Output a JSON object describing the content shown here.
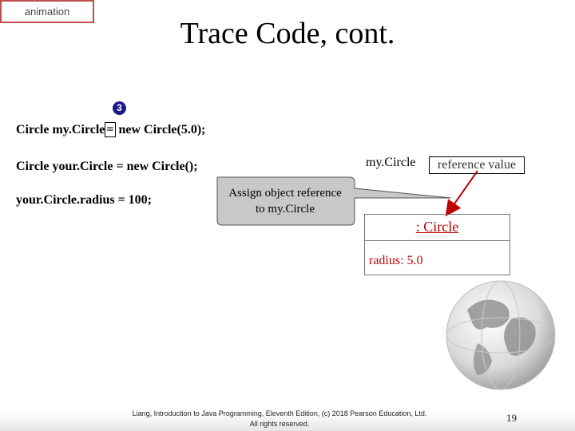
{
  "tag": {
    "label": "animation"
  },
  "slide": {
    "title": "Trace Code, cont.",
    "page_number": "19"
  },
  "step_marker": {
    "number": "3",
    "color": "#1a1a8c"
  },
  "code": {
    "line1_a": "Circle my.Circle",
    "line1_eq": "=",
    "line1_b": " new Circle(5.0);",
    "line2": "Circle your.Circle = new Circle();",
    "line3": "your.Circle.radius = 100;"
  },
  "reference": {
    "name": "my.Circle",
    "value": "reference value"
  },
  "object": {
    "title": ": Circle",
    "field": "radius: 5.0"
  },
  "callout": {
    "line1": "Assign object reference",
    "line2": "to my.Circle"
  },
  "footer": {
    "line1": "Liang, Introduction to Java Programming, Eleventh Edition, (c) 2018 Pearson Education, Ltd.",
    "line2": "All rights reserved."
  },
  "colors": {
    "accent_red": "#c00000",
    "tag_border": "#c0504d"
  }
}
